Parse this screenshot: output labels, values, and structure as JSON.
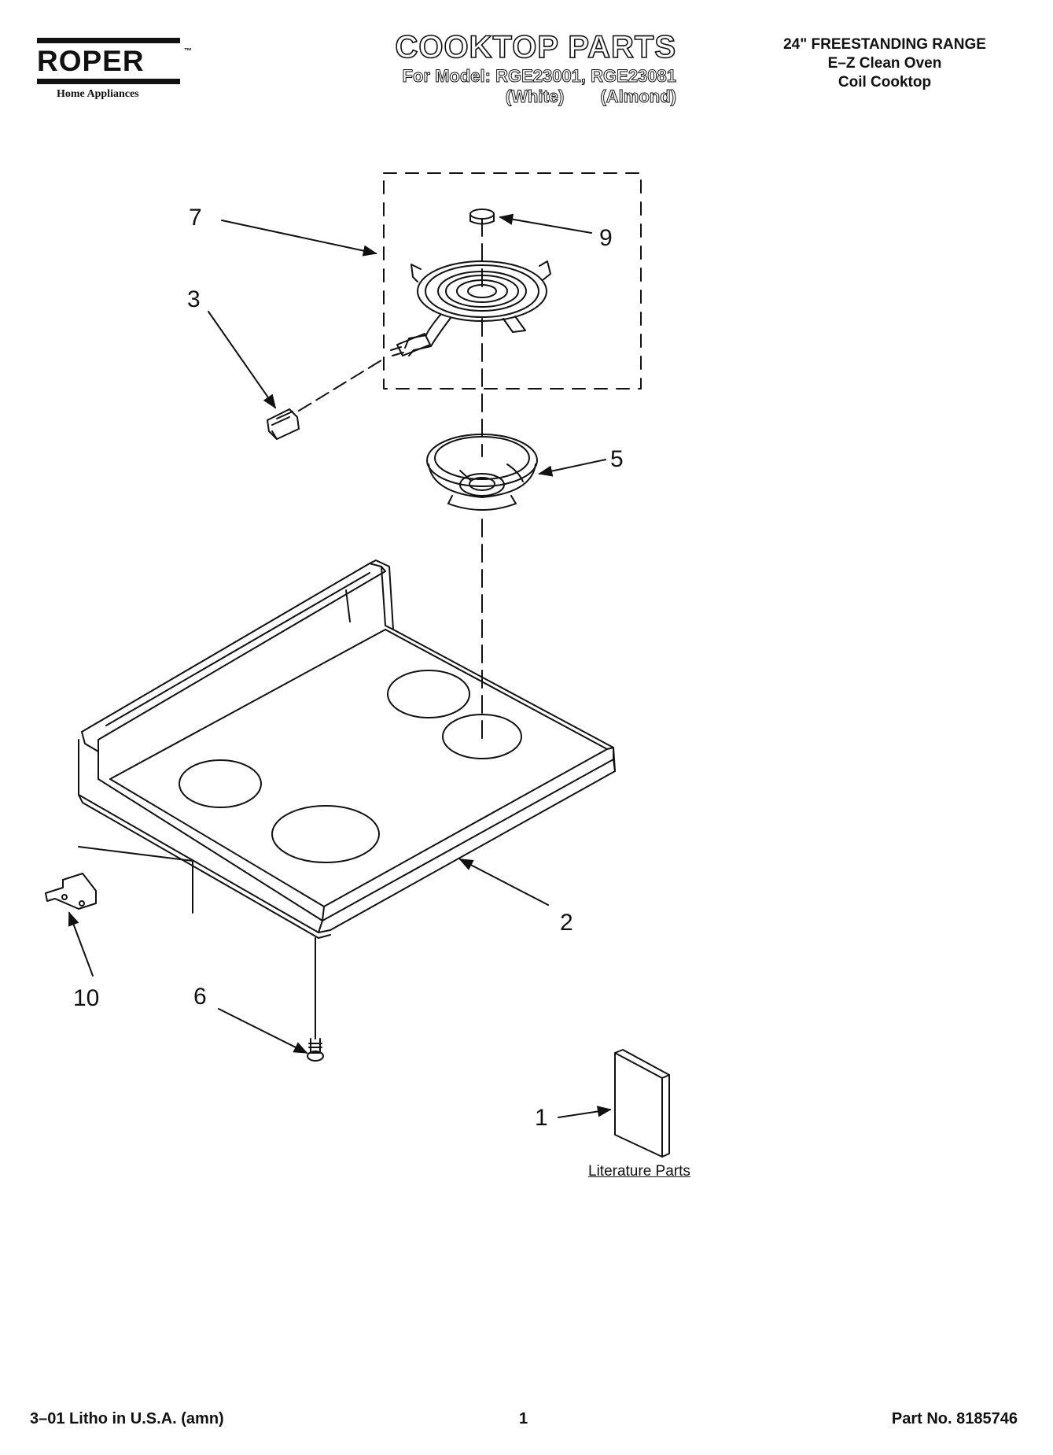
{
  "header": {
    "brand": "ROPER",
    "brand_tm": "™",
    "brand_sub": "Home Appliances",
    "title": "COOKTOP PARTS",
    "model_line": "For Model: RGE23001, RGE23081",
    "variant_white": "(White)",
    "variant_almond": "(Almond)",
    "product_lines": [
      "24\" FREESTANDING RANGE",
      "E–Z Clean Oven",
      "Coil Cooktop"
    ]
  },
  "callouts": [
    "7",
    "9",
    "3",
    "5",
    "2",
    "10",
    "6",
    "1"
  ],
  "literature_label": "Literature Parts",
  "footer": {
    "left": "3–01 Litho in U.S.A. (amn)",
    "page": "1",
    "part_no": "Part No. 8185746"
  }
}
